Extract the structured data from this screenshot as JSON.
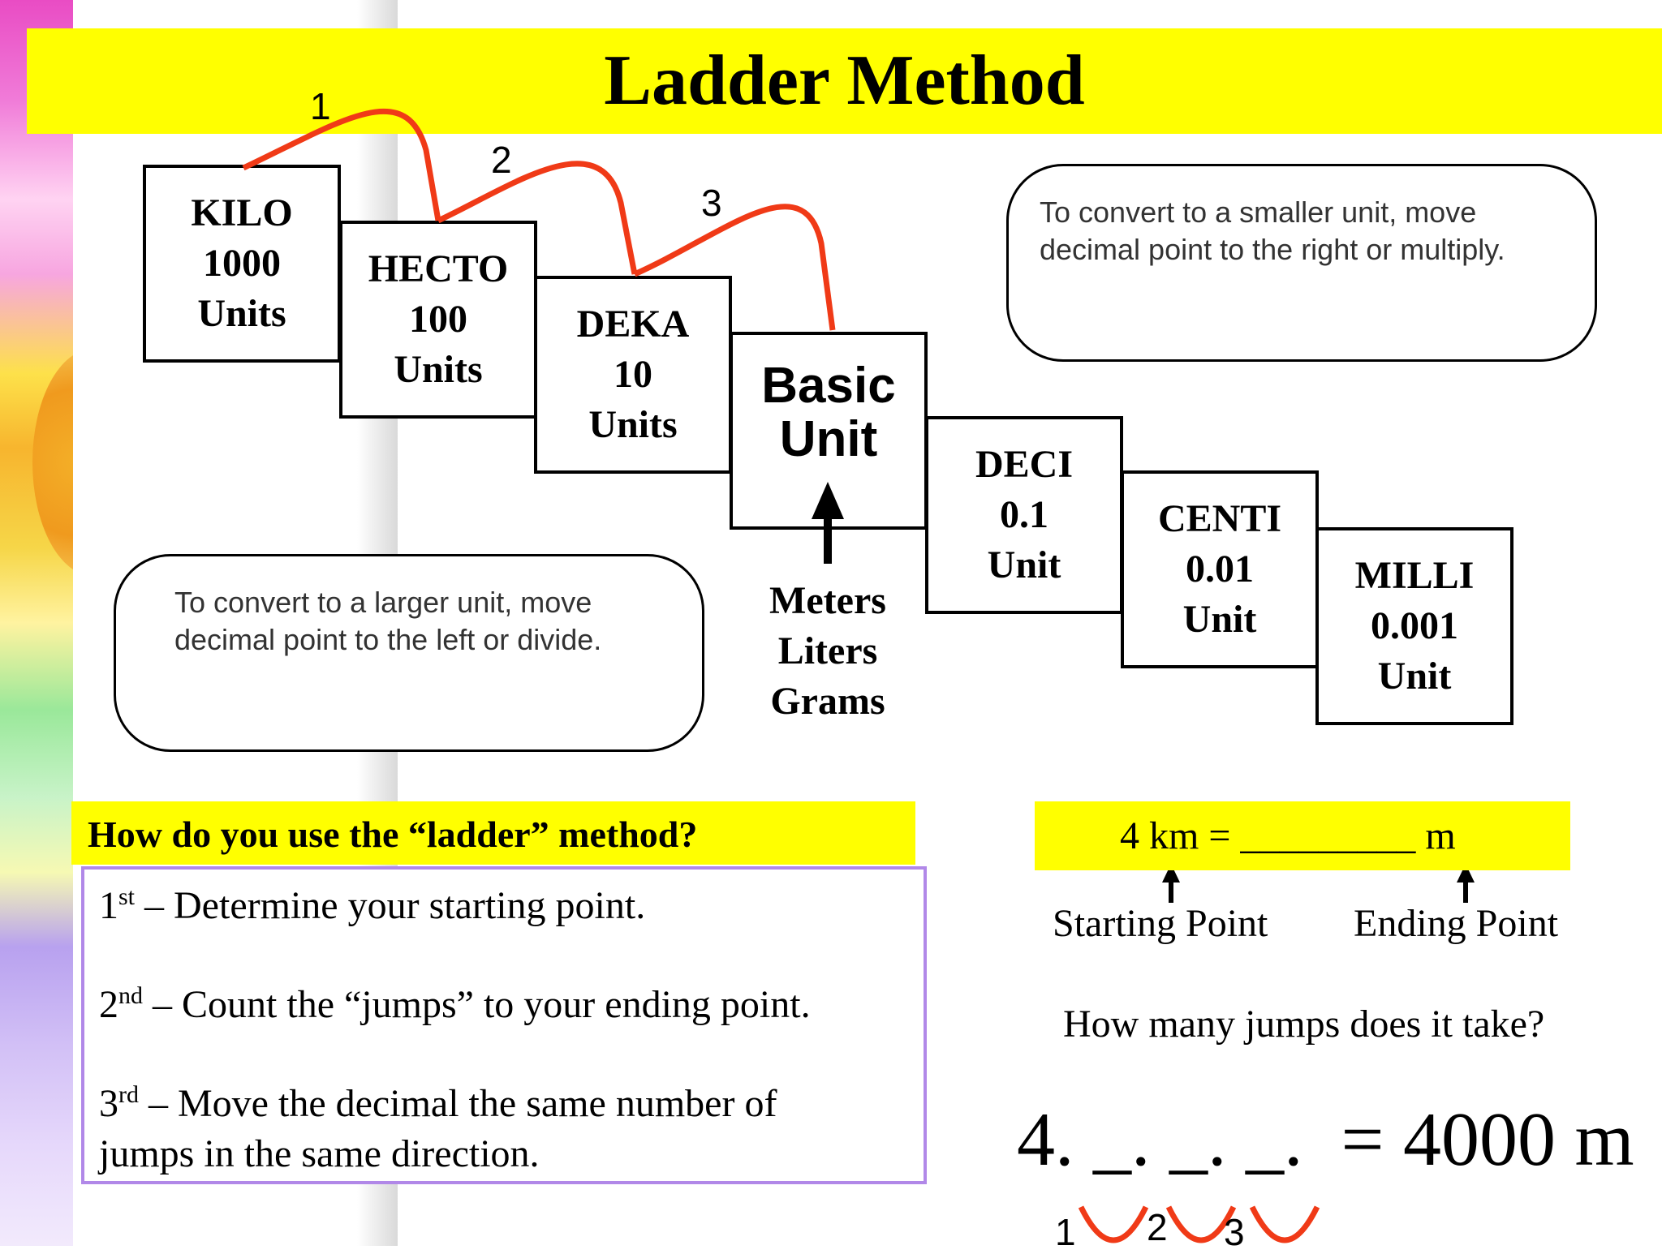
{
  "title": "Ladder Method",
  "ladder": {
    "kilo": {
      "name": "KILO",
      "value": "1000",
      "unit": "Units"
    },
    "hecto": {
      "name": "HECTO",
      "value": "100",
      "unit": "Units"
    },
    "deka": {
      "name": "DEKA",
      "value": "10",
      "unit": "Units"
    },
    "basic": {
      "line1": "Basic",
      "line2": "Unit"
    },
    "deci": {
      "name": "DECI",
      "value": "0.1",
      "unit": "Unit"
    },
    "centi": {
      "name": "CENTI",
      "value": "0.01",
      "unit": "Unit"
    },
    "milli": {
      "name": "MILLI",
      "value": "0.001",
      "unit": "Unit"
    }
  },
  "jump_numbers": [
    "1",
    "2",
    "3"
  ],
  "base_units": [
    "Meters",
    "Liters",
    "Grams"
  ],
  "smaller_note": {
    "line1": "To convert to a smaller unit, move",
    "line2": "decimal  point to the right or multiply."
  },
  "larger_note": {
    "line1": "To convert to a larger unit, move",
    "line2": "decimal  point to the left or divide."
  },
  "question": "How do you use the “ladder” method?",
  "steps": [
    {
      "ord": "1",
      "sup": "st",
      "text": " – Determine your starting point."
    },
    {
      "ord": "2",
      "sup": "nd",
      "text": " – Count the “jumps” to your ending point."
    },
    {
      "ord": "3",
      "sup": "rd",
      "text": " – Move the decimal the same number of jumps in the same direction."
    }
  ],
  "example": {
    "equation": "4 km = _________ m",
    "start_label": "Starting Point",
    "end_label": "Ending Point",
    "jump_question": "How many jumps does it take?",
    "final_equation": "4. _. _. _.  = 4000 m",
    "jump_labels": [
      "1",
      "2",
      "3"
    ]
  },
  "colors": {
    "highlight": "#ffff00",
    "arc": "#f03a17",
    "steps_border": "#b188e8"
  }
}
